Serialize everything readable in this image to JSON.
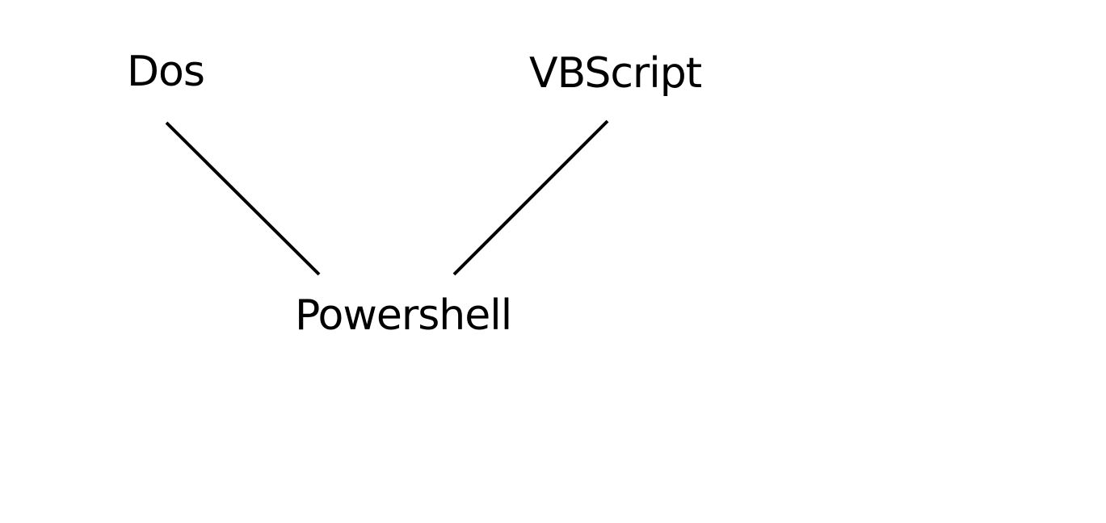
{
  "diagram": {
    "nodes": [
      {
        "id": "dos",
        "label": "Dos"
      },
      {
        "id": "vbscript",
        "label": "VBScript"
      },
      {
        "id": "powershell",
        "label": "Powershell"
      }
    ],
    "edges": [
      {
        "from": "dos",
        "to": "powershell"
      },
      {
        "from": "vbscript",
        "to": "powershell"
      }
    ]
  },
  "colors": {
    "background": "#ffffff",
    "text": "#000000",
    "line": "#000000"
  }
}
